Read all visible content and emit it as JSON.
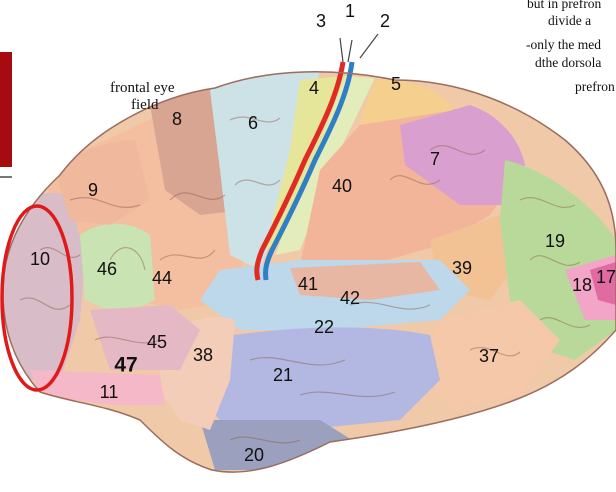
{
  "notes": [
    "but in prefron",
    "divide a",
    "-only the med",
    "dthe dorsola",
    "prefron"
  ],
  "caption": {
    "line1": "frontal eye",
    "line2": "field"
  },
  "areas": {
    "a1": "1",
    "a2": "2",
    "a3": "3",
    "a4": "4",
    "a5": "5",
    "a6": "6",
    "a7": "7",
    "a8": "8",
    "a9": "9",
    "a10": "10",
    "a11": "11",
    "a17": "17",
    "a18": "18",
    "a19": "19",
    "a20": "20",
    "a21": "21",
    "a22": "22",
    "a37": "37",
    "a38": "38",
    "a39": "39",
    "a40": "40",
    "a41": "41",
    "a42": "42",
    "a44": "44",
    "a45": "45",
    "a46": "46",
    "a47": "47"
  },
  "colors": {
    "motor": "#cfe3ea",
    "premotor": "#d4a898",
    "prefrontal": "#f3bfa0",
    "frontal_pole": "#d8bcc7",
    "broca_46": "#c9e3b3",
    "orbital": "#f3b6c4",
    "sensory": "#f5d6a0",
    "parietal": "#d8a6cf",
    "occipital": "#b9d99a",
    "temporal_sup": "#bcd8ea",
    "temporal_mid": "#b5b9e2",
    "temporal_inf": "#a9aec9",
    "central_red": "#e02a24",
    "central_blue": "#2f7fc6",
    "highlight_ellipse": "#e01a1a"
  }
}
